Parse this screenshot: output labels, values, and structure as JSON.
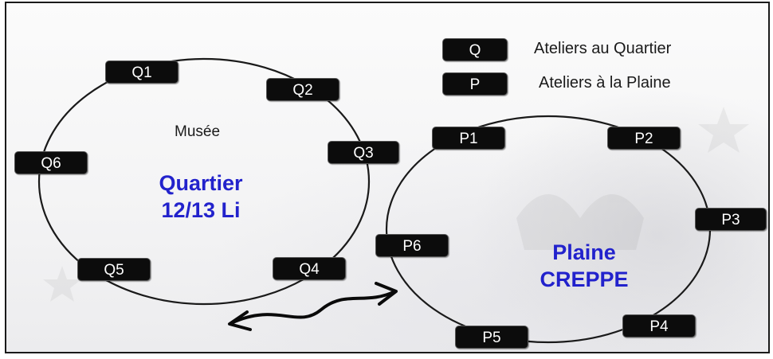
{
  "legend": {
    "items": [
      {
        "key": "Q",
        "text": "Ateliers au Quartier"
      },
      {
        "key": "P",
        "text": "Ateliers à la Plaine"
      }
    ]
  },
  "quartier": {
    "title_line1": "Quartier",
    "title_line2": "12/13 Li",
    "museum": "Musée",
    "nodes": [
      "Q1",
      "Q2",
      "Q3",
      "Q4",
      "Q5",
      "Q6"
    ]
  },
  "plaine": {
    "title_line1": "Plaine",
    "title_line2": "CREPPE",
    "nodes": [
      "P1",
      "P2",
      "P3",
      "P4",
      "P5",
      "P6"
    ]
  },
  "colors": {
    "label_blue": "#2222cc",
    "node_fill": "#0c0c0c",
    "line": "#1a1a1a"
  }
}
